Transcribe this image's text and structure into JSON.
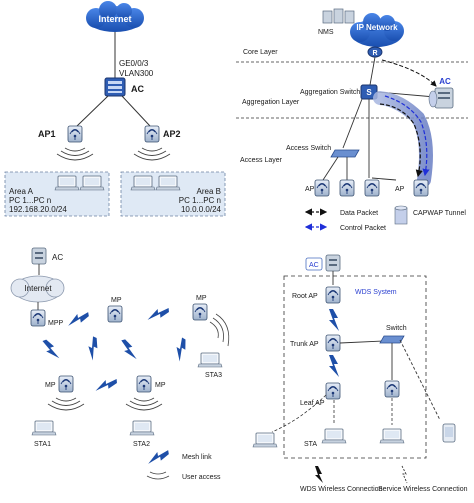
{
  "panel1": {
    "internet": "Internet",
    "ac_port": "GE0/0/3",
    "ac_vlan": "VLAN300",
    "ac_label": "AC",
    "ap1": "AP1",
    "ap2": "AP2",
    "area_a": {
      "name": "Area A",
      "pcs": "PC 1...PC n",
      "subnet": "192.168.20.0/24"
    },
    "area_b": {
      "name": "Area B",
      "pcs": "PC 1...PC n",
      "subnet": "10.0.0.0/24"
    }
  },
  "panel2": {
    "nms": "NMS",
    "ip_network": "IP Network",
    "router_glyph": "R",
    "switch_glyph": "S",
    "ac": "AC",
    "core_layer": "Core Layer",
    "aggregation_layer": "Aggregation Layer",
    "aggregation_switch": "Aggregation Switch",
    "access_switch": "Access Switch",
    "access_layer": "Access Layer",
    "ap": "AP",
    "legend_data": "Data Packet",
    "legend_control": "Control Packet",
    "legend_tunnel": "CAPWAP Tunnel",
    "colors": {
      "control": "#1f2fd8",
      "tunnel": "#7d8fc9"
    }
  },
  "panel3": {
    "ac": "AC",
    "internet": "Internet",
    "mpp": "MPP",
    "mp": "MP",
    "sta1": "STA1",
    "sta2": "STA2",
    "sta3": "STA3",
    "legend_mesh": "Mesh link",
    "legend_user": "User access",
    "colors": {
      "bolt": "#1e4fa8"
    }
  },
  "panel4": {
    "ac": "AC",
    "wds_system": "WDS System",
    "root_ap": "Root AP",
    "trunk_ap": "Trunk AP",
    "leaf_ap": "Leaf AP",
    "switch": "Switch",
    "sta": "STA",
    "legend_wds": "WDS Wireless Connection",
    "legend_service": "Service Wireless Connection"
  }
}
